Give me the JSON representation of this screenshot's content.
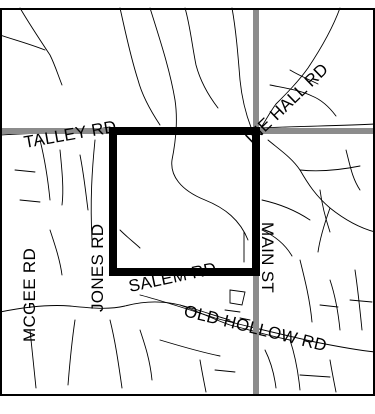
{
  "map": {
    "labels": {
      "talley_rd": "TALLEY RD",
      "ine_hall_rd": "INE HALL RD",
      "mcgee_rd": "MCGEE RD",
      "jones_rd": "JONES RD",
      "salem_rd": "SALEM RD",
      "main_st": "MAIN ST",
      "old_hollow_rd": "OLD HOLLOW RD"
    },
    "colors": {
      "background": "#ffffff",
      "grid_line": "#8c8c8c",
      "boundary": "#000000",
      "road": "#000000"
    }
  }
}
